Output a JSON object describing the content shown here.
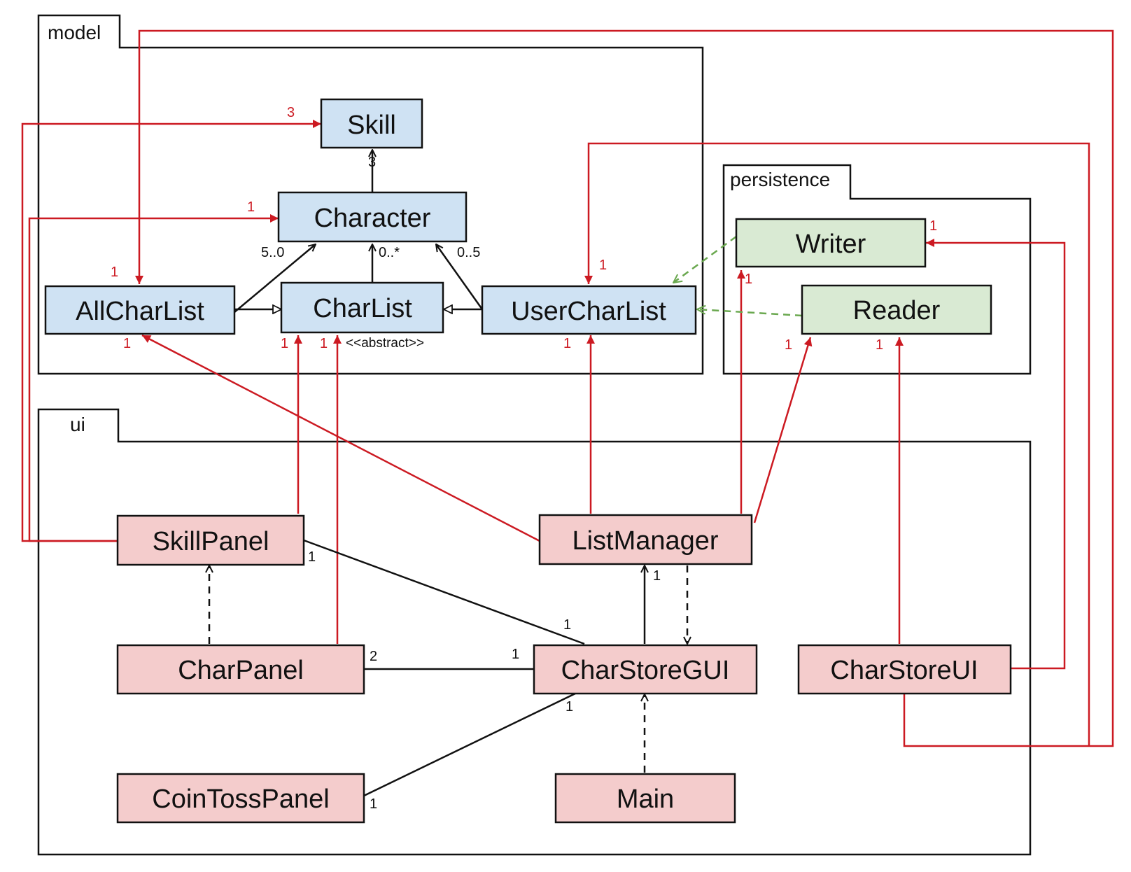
{
  "colors": {
    "model_fill": "#cfe2f3",
    "ui_fill": "#f4cccc",
    "persistence_fill": "#d9ead3",
    "red_line": "#cc1a22",
    "green_dash": "#6aa84f",
    "black_line": "#111111"
  },
  "packages": {
    "model": "model",
    "persistence": "persistence",
    "ui": "ui"
  },
  "classes": {
    "skill": "Skill",
    "character": "Character",
    "allcharlist": "AllCharList",
    "charlist": "CharList",
    "usercharlist": "UserCharList",
    "writer": "Writer",
    "reader": "Reader",
    "skillpanel": "SkillPanel",
    "listmanager": "ListManager",
    "charpanel": "CharPanel",
    "charstoregui": "CharStoreGUI",
    "charstoreui": "CharStoreUI",
    "cointosspanel": "CoinTossPanel",
    "main": "Main"
  },
  "stereotype": {
    "charlist": "<<abstract>>"
  },
  "multiplicities": {
    "skill_bottom": "3",
    "allchar_to_character": "5..0",
    "charlist_to_character": "0..*",
    "user_to_character": "0..5",
    "skillpanel_to_skill": "3",
    "skillpanel_to_character": "1",
    "charstoreui_to_allcharlist": "1",
    "charstoreui_to_usercharlist": "1",
    "listmanager_allcharlist": "1",
    "skillpanel_charlist": "1",
    "charpanel_charlist": "1",
    "listmanager_usercharlist": "1",
    "writer_in": "1",
    "listmanager_writer": "1",
    "listmanager_reader": "1",
    "charstoreui_reader": "1",
    "skillpanel_gui_skillpanel_end": "1",
    "skillpanel_gui_gui_end": "1",
    "listmanager_gui": "1",
    "charpanel_gui_charpanel_end": "2",
    "charpanel_gui_gui_end": "1",
    "cointoss_gui_gui_end": "1",
    "cointoss_gui_cointoss_end": "1"
  }
}
